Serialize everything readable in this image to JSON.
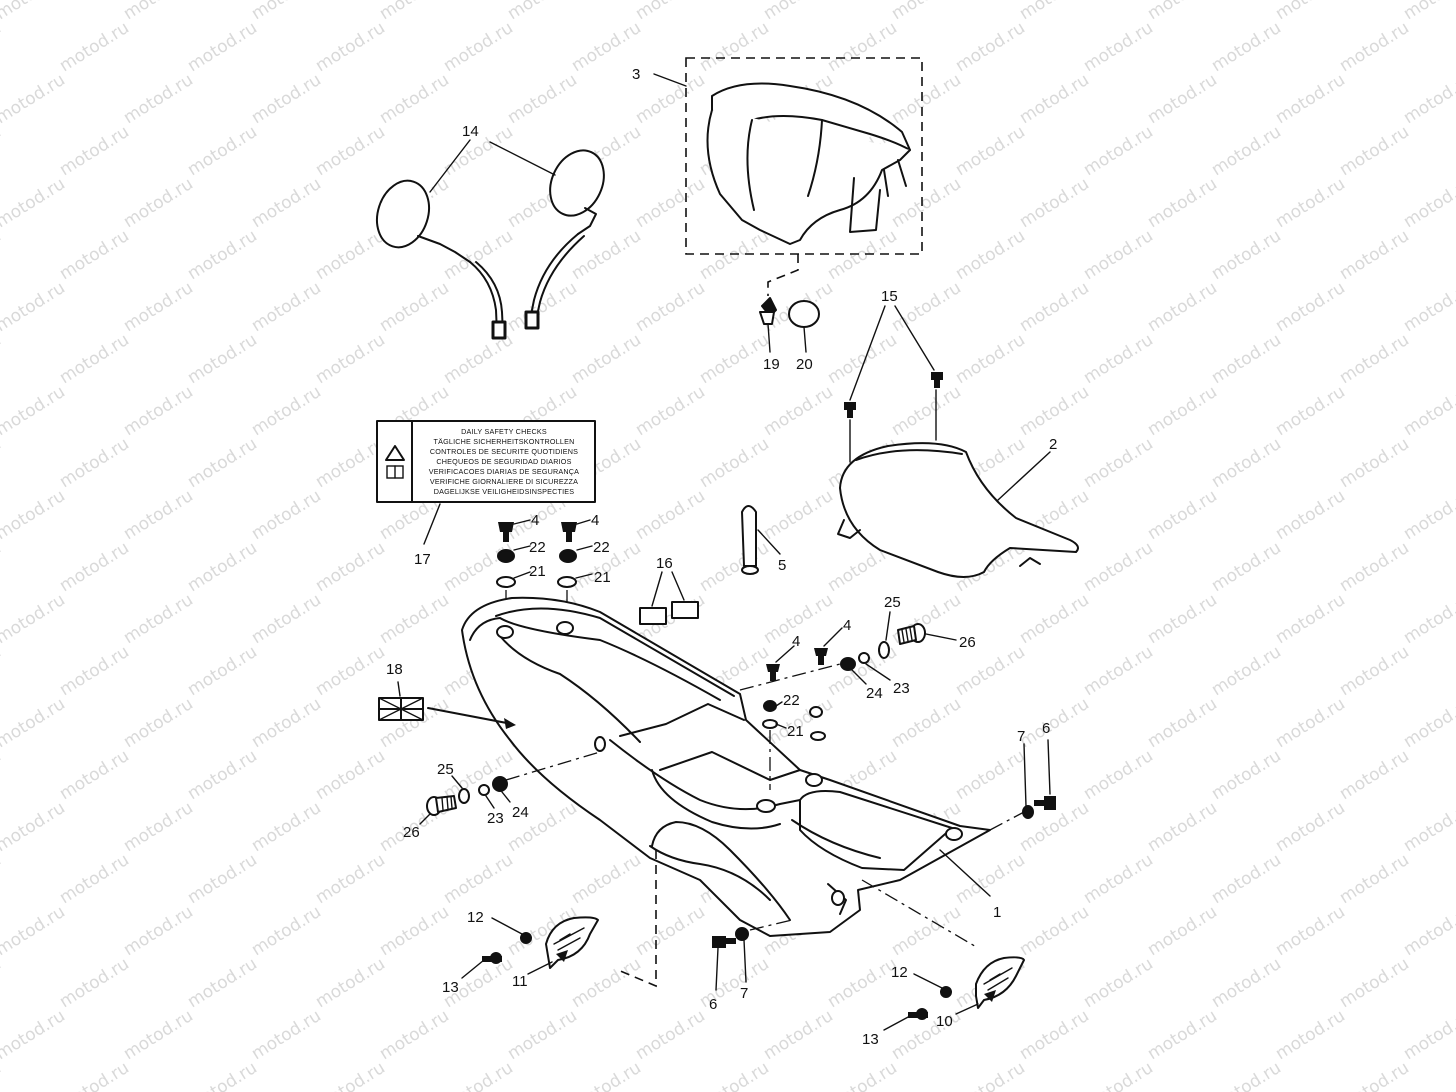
{
  "watermark": "motod.ru",
  "safety_label": {
    "lines": [
      "DAILY SAFETY CHECKS",
      "TÄGLICHE SICHERHEITSKONTROLLEN",
      "CONTROLES DE SECURITE QUOTIDIENS",
      "CHEQUEOS DE SEGURIDAD DIARIOS",
      "VERIFICACOES DIARIAS DE SEGURANÇA",
      "VERIFICHE GIORNALIERE DI SICUREZZA",
      "DAGELIJKSE VEILIGHEIDSINSPECTIES"
    ]
  },
  "callouts": {
    "c1": "1",
    "c2": "2",
    "c3": "3",
    "c4a": "4",
    "c4b": "4",
    "c4c": "4",
    "c4d": "4",
    "c5": "5",
    "c6a": "6",
    "c6b": "6",
    "c7a": "7",
    "c7b": "7",
    "c10": "10",
    "c11": "11",
    "c12a": "12",
    "c12b": "12",
    "c13a": "13",
    "c13b": "13",
    "c14": "14",
    "c15": "15",
    "c16": "16",
    "c17": "17",
    "c18": "18",
    "c19": "19",
    "c20": "20",
    "c21a": "21",
    "c21b": "21",
    "c21c": "21",
    "c22a": "22",
    "c22b": "22",
    "c22c": "22",
    "c23a": "23",
    "c23b": "23",
    "c24a": "24",
    "c24b": "24",
    "c25a": "25",
    "c25b": "25",
    "c26a": "26",
    "c26b": "26"
  }
}
